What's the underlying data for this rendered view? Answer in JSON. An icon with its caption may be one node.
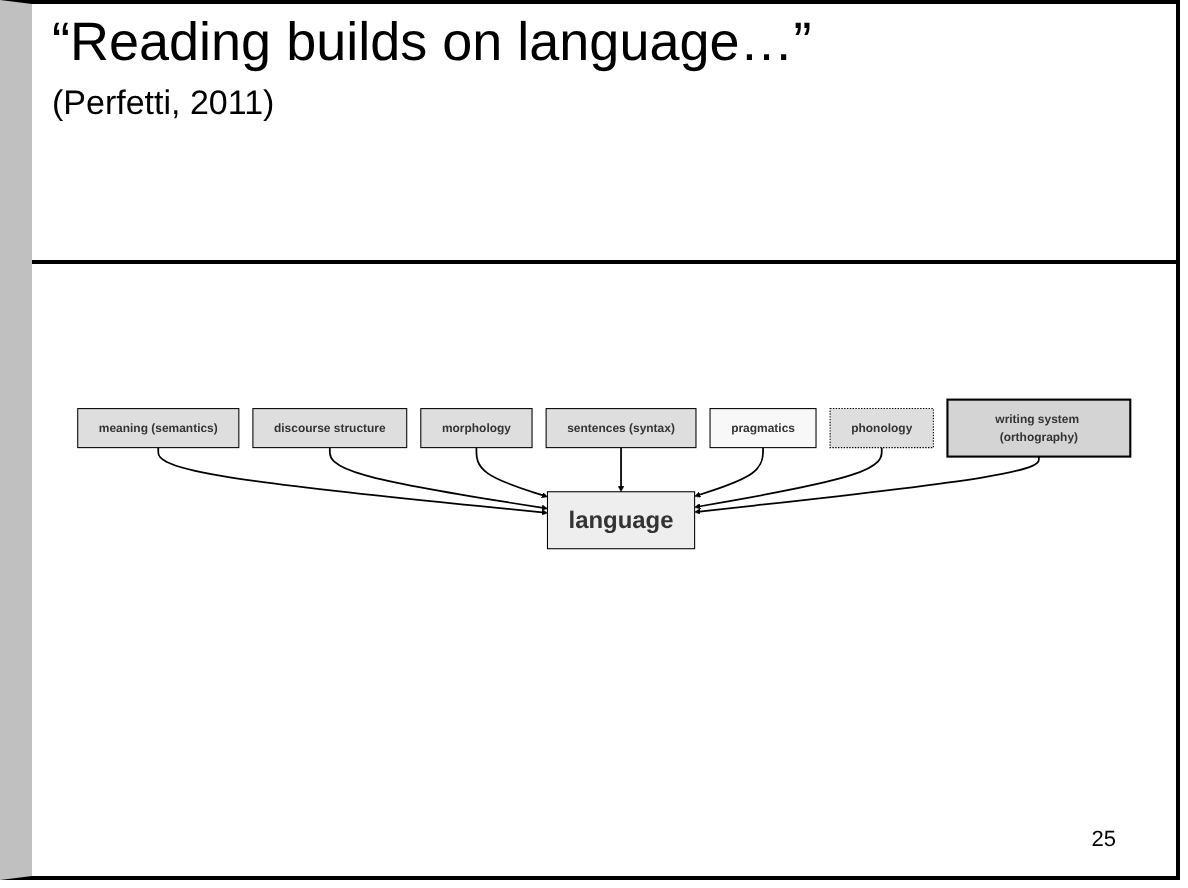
{
  "diagram": {
    "title": "“Reading builds on language…”",
    "nodes": [
      {
        "text": [
          "meaning (semantics)"
        ]
      },
      {
        "text": [
          "discourse structure"
        ]
      },
      {
        "text": [
          "morphology"
        ]
      },
      {
        "text": [
          "sentences (syntax)"
        ]
      },
      {
        "text": [
          "language"
        ]
      },
      {
        "text": [
          "pragmatics"
        ]
      },
      {
        "text": [
          "phonology"
        ]
      },
      {
        "text": [
          "writing system (orthography)"
        ]
      }
    ],
    "edges": [
      {
        "from": 0,
        "to": 4,
        "arrow": "to"
      },
      {
        "from": 1,
        "to": 4,
        "arrow": "to"
      },
      {
        "from": 2,
        "to": 4,
        "arrow": "to"
      },
      {
        "from": 3,
        "to": 4,
        "arrow": "to"
      },
      {
        "from": 5,
        "to": 4,
        "arrow": "to"
      },
      {
        "from": 6,
        "to": 4,
        "arrow": "to"
      },
      {
        "from": 7,
        "to": 4,
        "arrow": "to"
      }
    ],
    "labels": [
      "(Perfetti, 2011)",
      "25"
    ]
  }
}
